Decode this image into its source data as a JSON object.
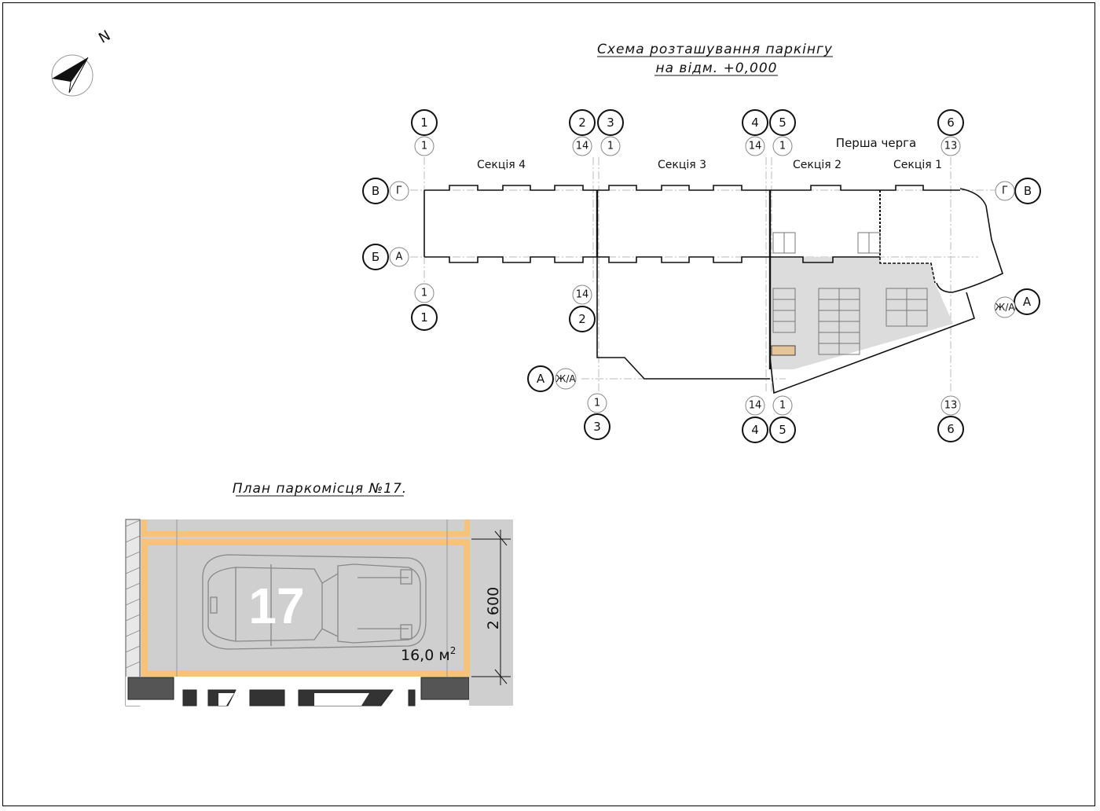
{
  "scheme": {
    "title_line1": "Схема розташування паркінгу",
    "title_line2": "на відм. +0,000",
    "queue_label": "Перша черга",
    "sections": [
      "Секція 4",
      "Секція 3",
      "Секція 2",
      "Секція 1"
    ],
    "north_label": "N"
  },
  "axes": {
    "top_main": [
      "1",
      "2",
      "3",
      "4",
      "5",
      "6"
    ],
    "top_sub": [
      "1",
      "14",
      "1",
      "14",
      "1",
      "13"
    ],
    "bottom_main": [
      "1",
      "2",
      "3",
      "4",
      "5",
      "6"
    ],
    "bottom_sub": [
      "1",
      "14",
      "1",
      "14",
      "1",
      "13"
    ],
    "left_rows": [
      "В",
      "Г",
      "Б",
      "А"
    ],
    "right_rows": [
      "Г",
      "В"
    ],
    "right_a": [
      "Ж/А",
      "А"
    ],
    "bottom_a": [
      "А",
      "Ж/А"
    ]
  },
  "plan": {
    "title": "План паркомісця №17.",
    "spot_number": "17",
    "area": "16,0 м",
    "area_sup": "2",
    "dimension": "2 600"
  },
  "colors": {
    "highlight": "#f7c27a",
    "floor": "#cfcfcf",
    "wall": "#555555",
    "parking_zone": "#dcdcdc",
    "selected_spot": "#e6c49a"
  }
}
